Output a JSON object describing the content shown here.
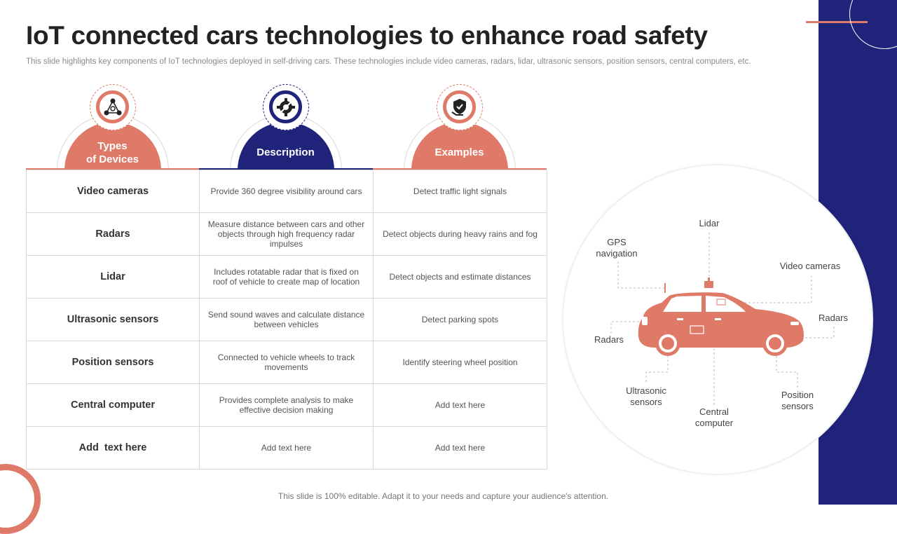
{
  "title": "IoT connected cars technologies to enhance road safety",
  "subtitle": "This slide highlights key components of IoT technologies deployed in self-driving cars. These technologies include video cameras, radars, lidar, ultrasonic sensors, position sensors, central computers, etc.",
  "headers": [
    {
      "label": "Types of Devices",
      "icon": "network-nodes-icon",
      "color": "#e07a68"
    },
    {
      "label": "Description",
      "icon": "gear-wrench-icon",
      "color": "#1f237a"
    },
    {
      "label": "Examples",
      "icon": "shield-hand-icon",
      "color": "#e07a68"
    }
  ],
  "rows": [
    {
      "type": "Video cameras",
      "description": "Provide 360 degree visibility around cars",
      "example": "Detect traffic light signals"
    },
    {
      "type": "Radars",
      "description": "Measure distance between cars and other objects through high frequency radar impulses",
      "example": "Detect objects during heavy rains and fog"
    },
    {
      "type": "Lidar",
      "description": "Includes rotatable radar that is fixed on roof of vehicle to create map of location",
      "example": "Detect objects and estimate distances"
    },
    {
      "type": "Ultrasonic sensors",
      "description": "Send sound waves and calculate distance between vehicles",
      "example": "Detect parking spots"
    },
    {
      "type": "Position sensors",
      "description": "Connected to vehicle wheels to track movements",
      "example": "Identify steering wheel position"
    },
    {
      "type": "Central computer",
      "description": "Provides complete analysis to make effective decision making",
      "example": "Add text here"
    },
    {
      "type": "Add  text here",
      "description": "Add text here",
      "example": "Add text here"
    }
  ],
  "diagram": {
    "labels": {
      "lidar": "Lidar",
      "gps_line1": "GPS",
      "gps_line2": "navigation",
      "video_cameras": "Video cameras",
      "radars_right": "Radars",
      "radars_left": "Radars",
      "ultrasonic_line1": "Ultrasonic",
      "ultrasonic_line2": "sensors",
      "central_line1": "Central",
      "central_line2": "computer",
      "position_line1": "Position",
      "position_line2": "sensors"
    },
    "car_color": "#e07a68"
  },
  "footer": "This slide is 100% editable. Adapt it to your needs and capture your audience's attention.",
  "colors": {
    "accent": "#e07a68",
    "navy": "#1f237a"
  }
}
